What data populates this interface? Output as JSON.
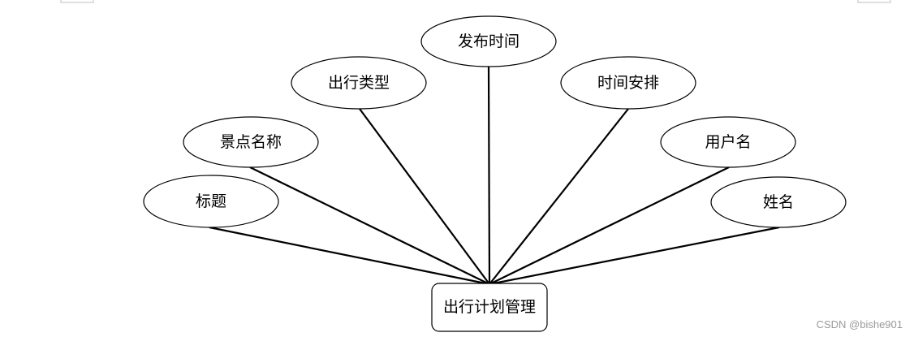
{
  "diagram": {
    "entity": {
      "label": "出行计划管理"
    },
    "attributes": [
      {
        "id": "title",
        "label": "标题"
      },
      {
        "id": "scenic-name",
        "label": "景点名称"
      },
      {
        "id": "trip-type",
        "label": "出行类型"
      },
      {
        "id": "publish-time",
        "label": "发布时间"
      },
      {
        "id": "schedule",
        "label": "时间安排"
      },
      {
        "id": "username",
        "label": "用户名"
      },
      {
        "id": "full-name",
        "label": "姓名"
      }
    ]
  },
  "watermark": {
    "text": "CSDN @bishe901"
  }
}
